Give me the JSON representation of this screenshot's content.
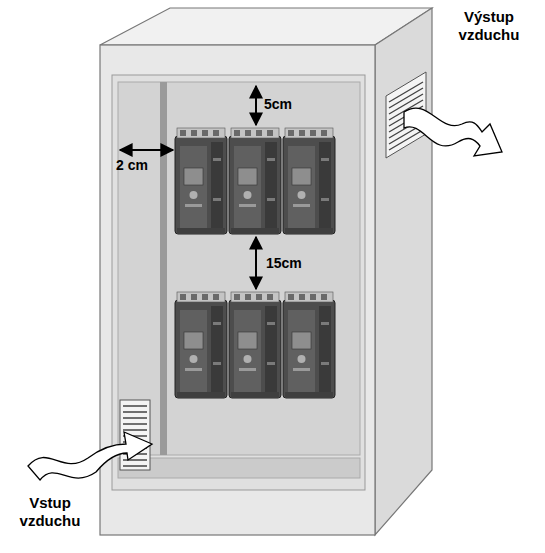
{
  "diagram": {
    "labels": [
      "Výstup vzduchu",
      "5cm",
      "2 cm",
      "15cm",
      "Vstup vzduchu"
    ]
  }
}
